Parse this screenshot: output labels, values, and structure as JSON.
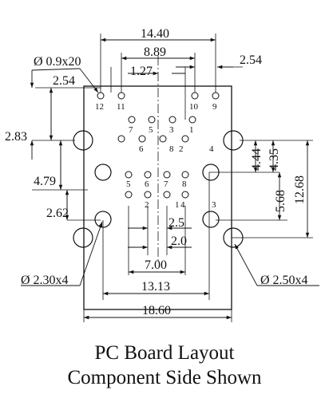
{
  "dimensions": {
    "d14_40": "14.40",
    "d8_89": "8.89",
    "d1_27": "1.27",
    "d2_54_right": "2.54",
    "d2_54_left": "2.54",
    "d0_9x20": "Ø 0.9x20",
    "d2_83": "2.83",
    "d4_79": "4.79",
    "d2_62": "2.62",
    "d4_44": "4.44",
    "d4_35": "4.35",
    "d5_68": "5.68",
    "d12_68": "12.68",
    "d2_5": "2.5",
    "d2_0": "2.0",
    "d7_00": "7.00",
    "d13_13": "13.13",
    "d18_60": "18.60",
    "d2_30x4": "Ø 2.30x4",
    "d2_50x4": "Ø 2.50x4"
  },
  "pin_labels": {
    "p12": "12",
    "p11": "11",
    "p10": "10",
    "p9": "9",
    "p7a": "7",
    "p5a": "5",
    "p3a": "3",
    "p1a": "1",
    "p6a": "6",
    "p8a": "8",
    "p2a": "2",
    "p4a": "4",
    "p5b": "5",
    "p6b": "6",
    "p7b": "7",
    "p8b": "8",
    "p2b": "2",
    "p1b": "1",
    "p4b": "4",
    "p3b": "3"
  },
  "caption": {
    "line1": "PC Board Layout",
    "line2": "Component Side Shown"
  }
}
